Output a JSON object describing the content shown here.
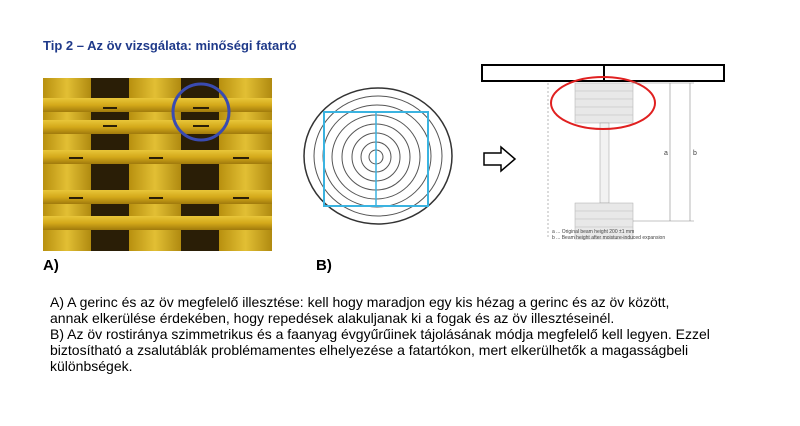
{
  "title": "Tip 2 – Az öv vizsgálata: minőségi fatartó",
  "labels": {
    "a": "A)",
    "b": "B)"
  },
  "beam_notes": {
    "line1": "a ... Original beam height 200 ±1 mm",
    "line2": "b ... Beam height after moisture-induced expansion",
    "dim_a": "a",
    "dim_b": "b"
  },
  "description": {
    "para_a": "A) A gerinc és az öv megfelelő illesztése: kell hogy maradjon egy kis hézag a gerinc és az öv között, annak elkerülése érdekében, hogy repedések alakuljanak ki a fogak és az öv illesztéseinél.",
    "para_b": "B) Az öv rostiránya szimmetrikus és a faanyag évgyűrűinek tájolásának módja megfelelő kell legyen. Ezzel biztosítható a zsalutáblák problémamentes elhelyezése a fatartókon, mert elkerülhetők a magasságbeli különbségek."
  },
  "colors": {
    "title": "#1f3a8a",
    "wood": "#d9b01e",
    "circle_highlight": "#3a4bb0",
    "square_highlight": "#3bb3e0",
    "ellipse_highlight": "#e02020"
  }
}
